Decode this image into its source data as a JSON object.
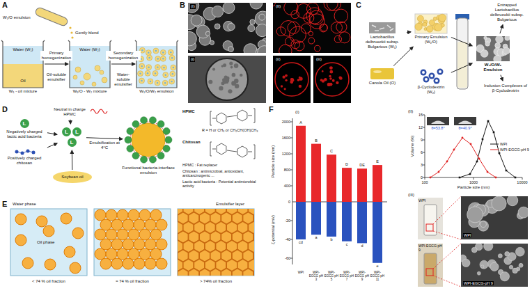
{
  "diagram": {
    "nodes": [
      {
        "text": [
          "Water (W₁)",
          "Oil",
          "W₁ - oil mixture"
        ]
      },
      {
        "text": [
          "Water (W₂)",
          "W₁/O - W₂ mixture"
        ]
      },
      {
        "text": [
          "W₁/O/W₂ emulsion"
        ]
      },
      {
        "text": [
          "Lactobacillus delbrueckii subsp. Bulgaricus (W₁)"
        ]
      },
      {
        "text": [
          "Canola Oil (O)"
        ]
      },
      {
        "text": [
          "Primary Emulsion (W₁/O)"
        ]
      },
      {
        "text": [
          "β-Cyclodextrin (W₂)"
        ]
      },
      {
        "text": [
          "W₁/O/W₂ Emulsion"
        ]
      },
      {
        "text": [
          "Entrapped Lactobacillus delbrueckii subsp. Bulgaricus"
        ]
      },
      {
        "text": [
          "Inclusion Complexes of β-Cyclodextrin"
        ]
      },
      {
        "text": [
          "L",
          "Negatively charged lactic acid bacteria"
        ]
      },
      {
        "text": [
          "Positively charged chitosan"
        ]
      },
      {
        "text": [
          "Neutral in charge HPMC"
        ]
      },
      {
        "text": [
          "L",
          "L",
          "L"
        ]
      },
      {
        "text": [
          "Soybean oil"
        ]
      },
      {
        "text": [
          "Functional bacteria-interface emulsion"
        ]
      }
    ],
    "edges": [
      {
        "from": 0,
        "to": 1,
        "label": "Primary homogenization",
        "arrow": "to"
      },
      {
        "from": 1,
        "to": 2,
        "label": "Secondary homogenization",
        "arrow": "to"
      },
      {
        "from": 3,
        "to": 5,
        "arrow": "to"
      },
      {
        "from": 4,
        "to": 5,
        "arrow": "to"
      },
      {
        "from": 5,
        "to": 7,
        "arrow": "to"
      },
      {
        "from": 6,
        "to": 7,
        "arrow": "to"
      },
      {
        "from": 7,
        "to": 8,
        "arrow": "to"
      },
      {
        "from": 7,
        "to": 9,
        "arrow": "to"
      },
      {
        "from": 10,
        "to": 13,
        "arrow": "to"
      },
      {
        "from": 11,
        "to": 13,
        "arrow": "to"
      },
      {
        "from": 12,
        "to": 13,
        "arrow": "to"
      },
      {
        "from": 14,
        "to": 13,
        "arrow": "to"
      },
      {
        "from": 13,
        "to": 15,
        "label": "Emulsification at 4°C",
        "arrow": "to"
      }
    ],
    "labels": [
      "A",
      "W₁/O emulsion",
      "Gently blend",
      "Oil-soluble emulsifier",
      "Water-soluble emulsifier",
      "B",
      "(I)",
      "(II)",
      "(i)",
      "(ii)",
      "(iii)",
      "C",
      "D",
      "HPMC",
      "R = H or CH₃ or CH₂CH(OH)CH₃",
      "Chitosan",
      "HPMC : Fat replacer",
      "Chitosan : antimicrobial, antioxidant, anticarcinogenic ...",
      "Lactic acid bacteria : Potential antimicrobial activity",
      "E",
      "Water phase",
      "Oil phase",
      "Emulsifier layer",
      "< 74 % oil fraction",
      "≈ 74 % oil fraction",
      "> 74% oil fraction",
      "F",
      "(I)",
      "Particle size (nm)",
      "ζ-potential (mV)",
      "2000",
      "1600",
      "1200",
      "800",
      "400",
      "0",
      "-20",
      "-40",
      "-60",
      "A",
      "B",
      "C",
      "D",
      "DE",
      "E",
      "cd",
      "a",
      "b",
      "c",
      "d",
      "e",
      "WPI",
      "WPI-EGCG pH 3",
      "WPI-EGCG pH 5",
      "WPI-EGCG pH 7",
      "WPI-EGCG pH 9",
      "WPI-EGCG pH 11",
      "(II)",
      "Volume (%)",
      "0",
      "3",
      "6",
      "9",
      "12",
      "15",
      "100",
      "1000",
      "10000",
      "Particle size (nm)",
      "θ=53.8°",
      "θ=40.9°",
      "(III)",
      "WPI",
      "WPI-EGCG-pH 9",
      "WPI",
      "WPI-EGCG-pH 9"
    ],
    "legend": [
      {
        "text": "WPI"
      },
      {
        "text": "WPI-EGCG-pH 9"
      }
    ]
  }
}
